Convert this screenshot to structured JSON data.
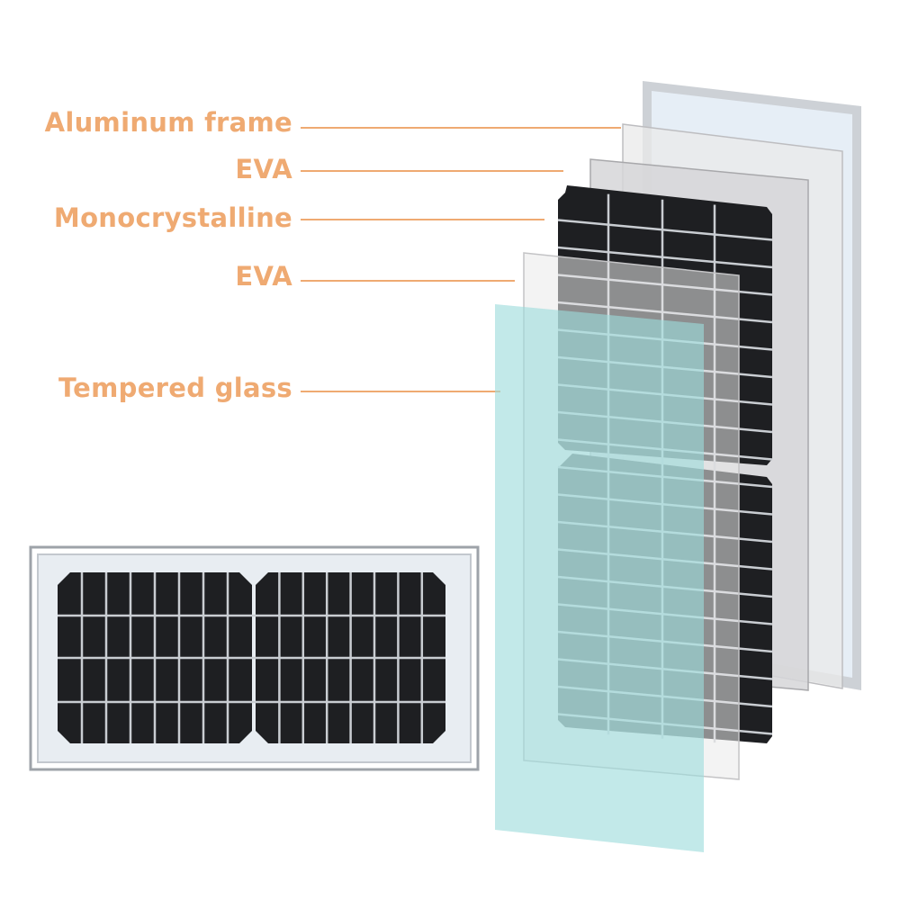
{
  "diagram": {
    "layers": [
      {
        "label": "Aluminum frame"
      },
      {
        "label": "EVA"
      },
      {
        "label": "Monocrystalline"
      },
      {
        "label": "EVA"
      },
      {
        "label": "Tempered glass"
      }
    ]
  },
  "colors": {
    "label": "#EFAA72",
    "leader_line": "#EFAA72",
    "frame": "#CDD1D6",
    "frame_inner": "#E6EEF6",
    "eva_back": "#D6D6D8",
    "eva_front": "#E9E9EA",
    "cell": "#1E1F22",
    "cell_grid": "#C9CDD2",
    "glass": "#9DDBDB"
  },
  "icons": [
    "solar-panel-icon"
  ]
}
